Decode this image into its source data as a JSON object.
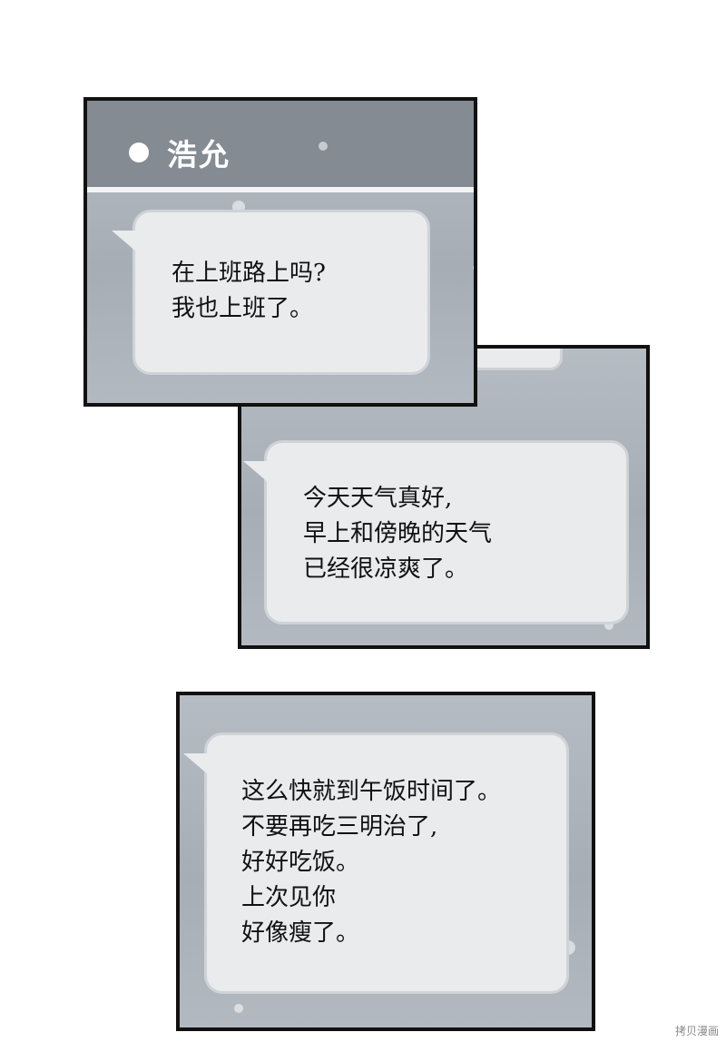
{
  "contact": {
    "name": "浩允"
  },
  "messages": [
    {
      "lines": [
        "在上班路上吗?",
        "我也上班了。"
      ]
    },
    {
      "lines": [
        "今天天气真好,",
        "早上和傍晚的天气",
        "已经很凉爽了。"
      ]
    },
    {
      "lines": [
        "这么快就到午饭时间了。",
        "不要再吃三明治了,",
        "好好吃饭。",
        "上次见你",
        "好像瘦了。"
      ]
    }
  ],
  "watermark": {
    "text": "拷贝漫画"
  },
  "colors": {
    "header": "#848b93",
    "bubble": "#e9ebed",
    "panel_border": "#111111"
  }
}
